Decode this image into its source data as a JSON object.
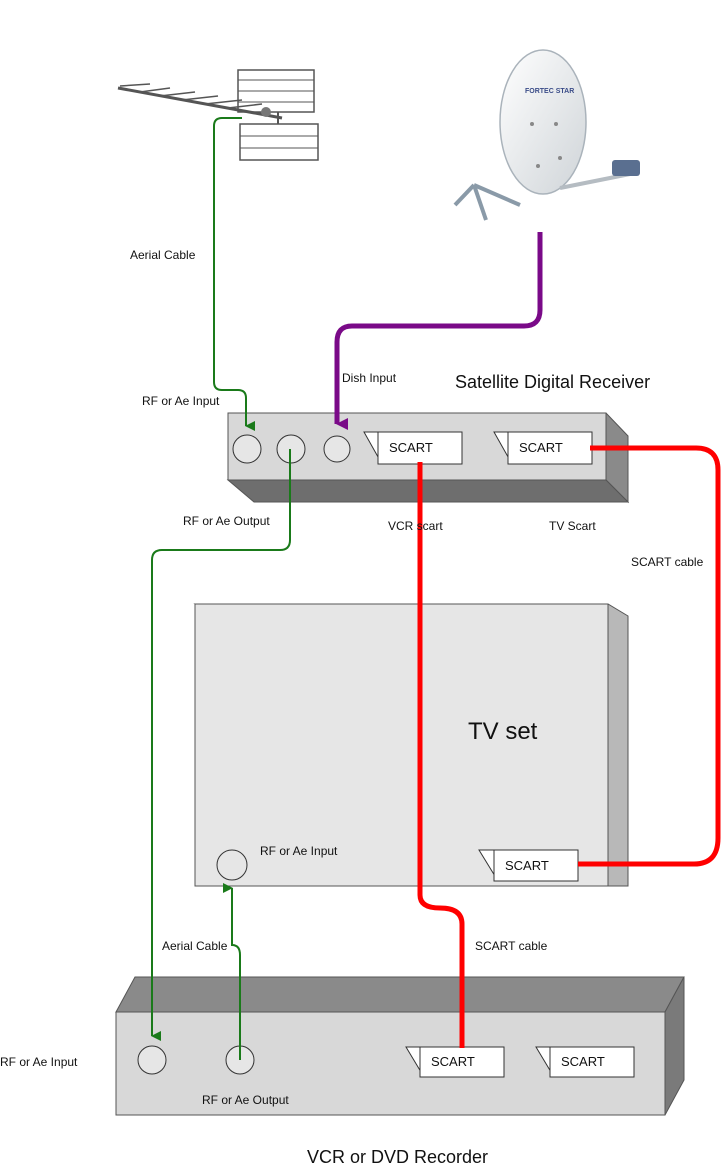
{
  "satellite_receiver": {
    "title": "Satellite Digital Receiver",
    "rf_input_label": "RF or Ae Input",
    "rf_output_label": "RF or Ae Output",
    "dish_input_label": "Dish  Input",
    "scart_vcr": "SCART",
    "scart_tv": "SCART",
    "vcr_scart_label": "VCR scart",
    "tv_scart_label": "TV Scart"
  },
  "dish": {
    "brand": "FORTEC STAR"
  },
  "cables": {
    "aerial_top": "Aerial Cable",
    "scart_right": "SCART cable",
    "scart_middle": "SCART cable",
    "aerial_bottom": "Aerial Cable"
  },
  "tv_set": {
    "title": "TV set",
    "rf_input_label": "RF or Ae Input",
    "scart": "SCART"
  },
  "vcr": {
    "title": "VCR or DVD Recorder",
    "rf_input_label": "RF or Ae Input",
    "rf_output_label": "RF or Ae Output",
    "scart_1": "SCART",
    "scart_2": "SCART"
  },
  "colors": {
    "aerial": "#1a7a1a",
    "dish": "#7a0a88",
    "scart": "#ff0000",
    "box": "#d8d8d8",
    "box_dark": "#8a8a8a",
    "tv_face": "#e6e6e6"
  }
}
